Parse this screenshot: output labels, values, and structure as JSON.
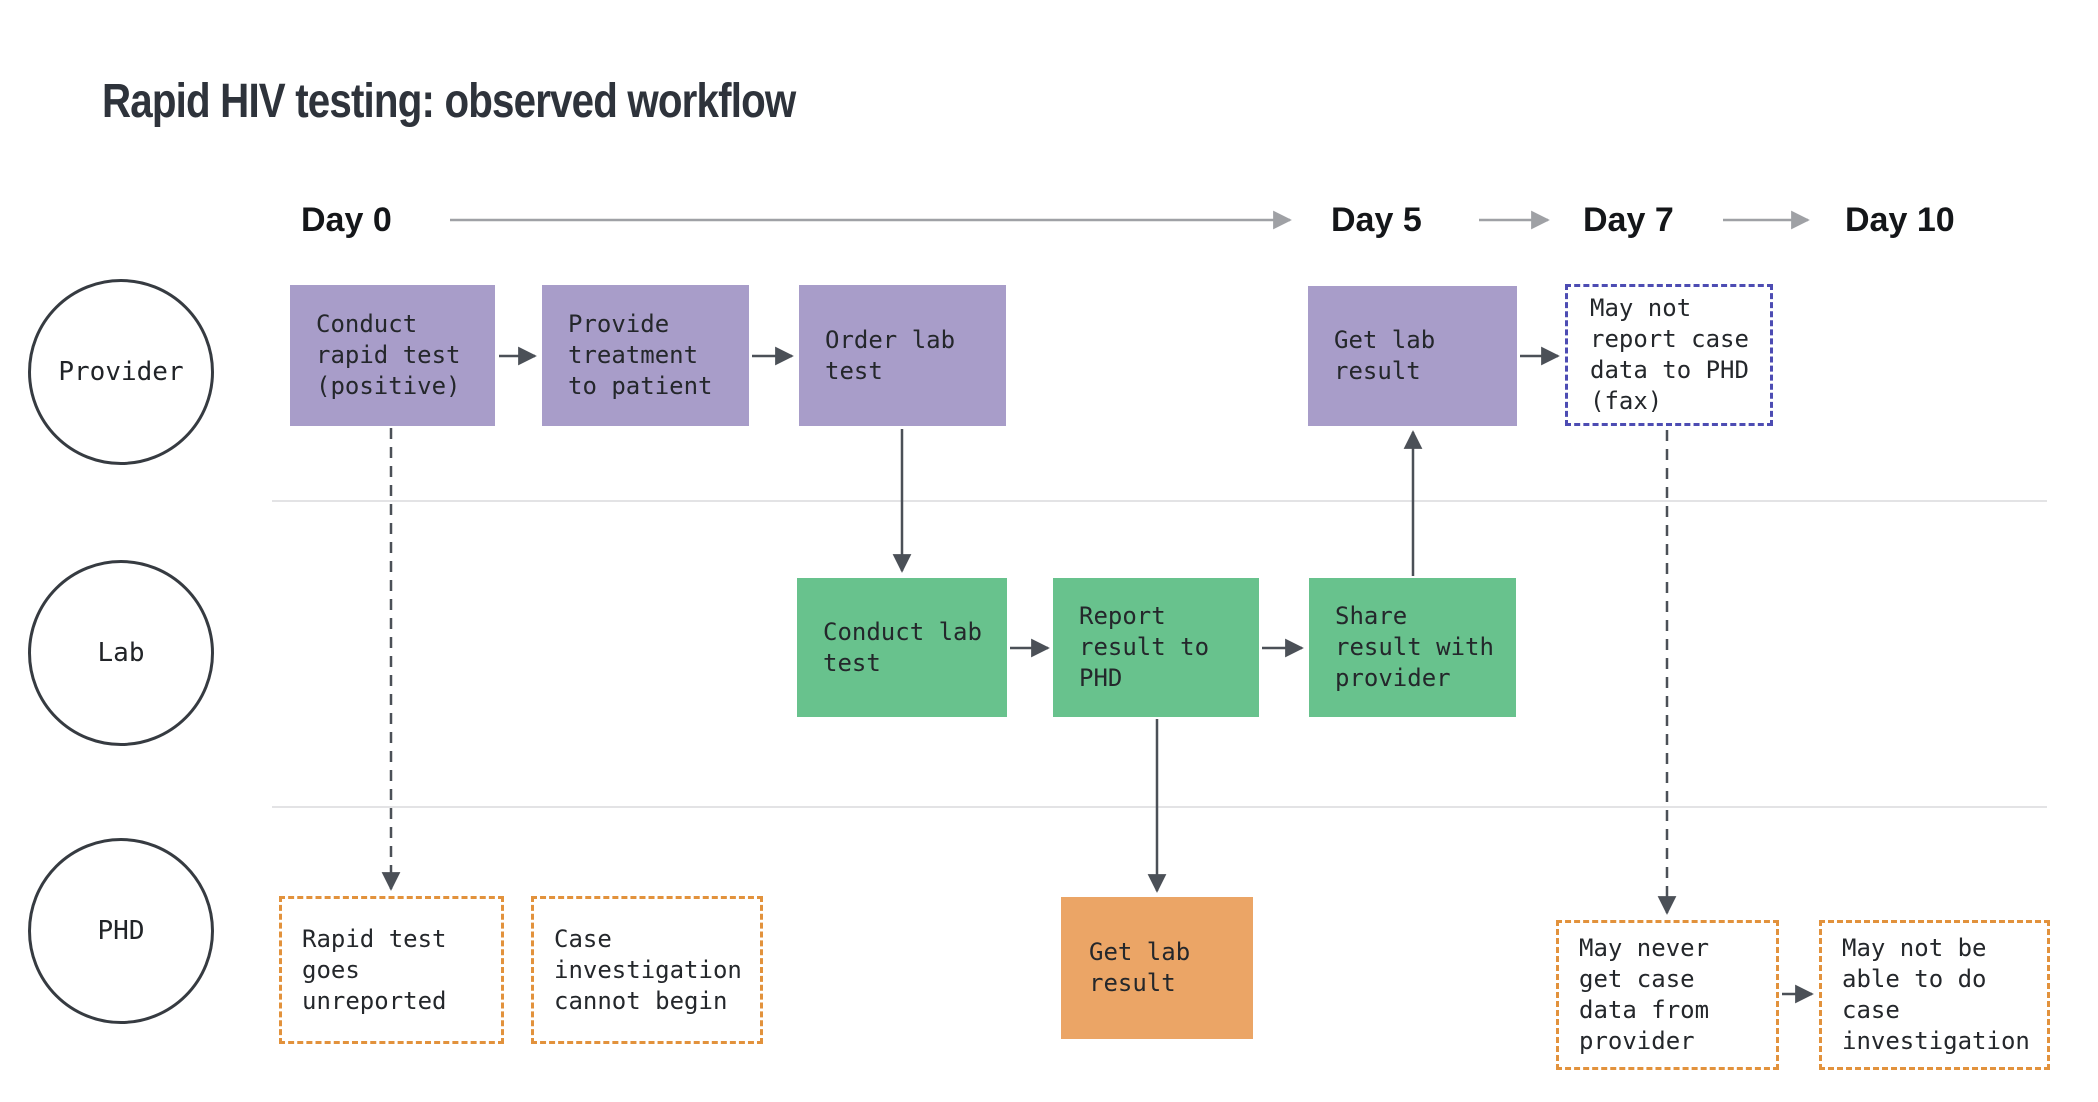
{
  "title": "Rapid HIV testing: observed workflow",
  "timeline": {
    "day0": "Day 0",
    "day5": "Day 5",
    "day7": "Day 7",
    "day10": "Day 10"
  },
  "lanes": {
    "provider": "Provider",
    "lab": "Lab",
    "phd": "PHD"
  },
  "nodes": {
    "conduct_rapid_test": "Conduct\nrapid test\n(positive)",
    "provide_treatment": "Provide\ntreatment\nto patient",
    "order_lab_test": "Order lab\ntest",
    "get_lab_result_provider": "Get lab\nresult",
    "may_not_report_case_data": "May not\nreport case\ndata to PHD\n(fax)",
    "conduct_lab_test": "Conduct lab\ntest",
    "report_result_to_phd": "Report\nresult to\nPHD",
    "share_result_with_provider": "Share\nresult with\nprovider",
    "get_lab_result_phd": "Get lab\nresult",
    "rapid_test_goes_unreported": "Rapid test\ngoes\nunreported",
    "case_investigation_cannot_begin": "Case\ninvestigation\ncannot begin",
    "may_never_get_case_data": "May never\nget case\ndata from\nprovider",
    "may_not_be_able_case_investigation": "May not be\nable to do\ncase\ninvestigation"
  },
  "edges": [
    {
      "from": "conduct-rapid-test",
      "to": "provide-treatment",
      "style": "solid"
    },
    {
      "from": "provide-treatment",
      "to": "order-lab-test",
      "style": "solid"
    },
    {
      "from": "order-lab-test",
      "to": "conduct-lab-test",
      "style": "solid"
    },
    {
      "from": "conduct-lab-test",
      "to": "report-result-to-phd",
      "style": "solid"
    },
    {
      "from": "report-result-to-phd",
      "to": "share-result-with-provider",
      "style": "solid"
    },
    {
      "from": "share-result-with-provider",
      "to": "get-lab-result-provider",
      "style": "solid"
    },
    {
      "from": "get-lab-result-provider",
      "to": "may-not-report-case-data",
      "style": "solid"
    },
    {
      "from": "report-result-to-phd",
      "to": "get-lab-result-phd",
      "style": "solid"
    },
    {
      "from": "conduct-rapid-test",
      "to": "rapid-test-goes-unreported",
      "style": "dashed"
    },
    {
      "from": "may-not-report-case-data",
      "to": "may-never-get-case-data",
      "style": "dashed"
    },
    {
      "from": "may-never-get-case-data",
      "to": "may-not-be-able-case-investigation",
      "style": "solid"
    },
    {
      "from": "day0",
      "to": "day5",
      "style": "timeline"
    },
    {
      "from": "day5",
      "to": "day7",
      "style": "timeline"
    },
    {
      "from": "day7",
      "to": "day10",
      "style": "timeline"
    }
  ],
  "colors": {
    "provider_step_fill": "#a89dc9",
    "lab_step_fill": "#68c28d",
    "phd_step_fill": "#eba566",
    "risk_dashed_border": "#e2923c",
    "maybe_dashed_border": "#4d4cb3",
    "flow_arrow": "#4b5057",
    "timeline_arrow": "#9fa1a5",
    "lane_divider": "#e3e3e5",
    "title_text": "#2e333b"
  }
}
